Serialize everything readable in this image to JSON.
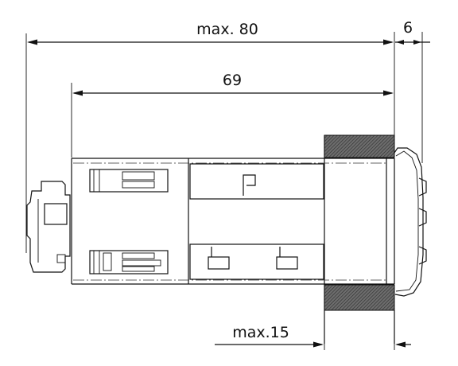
{
  "dimensions": {
    "overall_length": "max. 80",
    "body_length": "69",
    "front_protrusion": "6",
    "panel_thickness": "max.15"
  }
}
